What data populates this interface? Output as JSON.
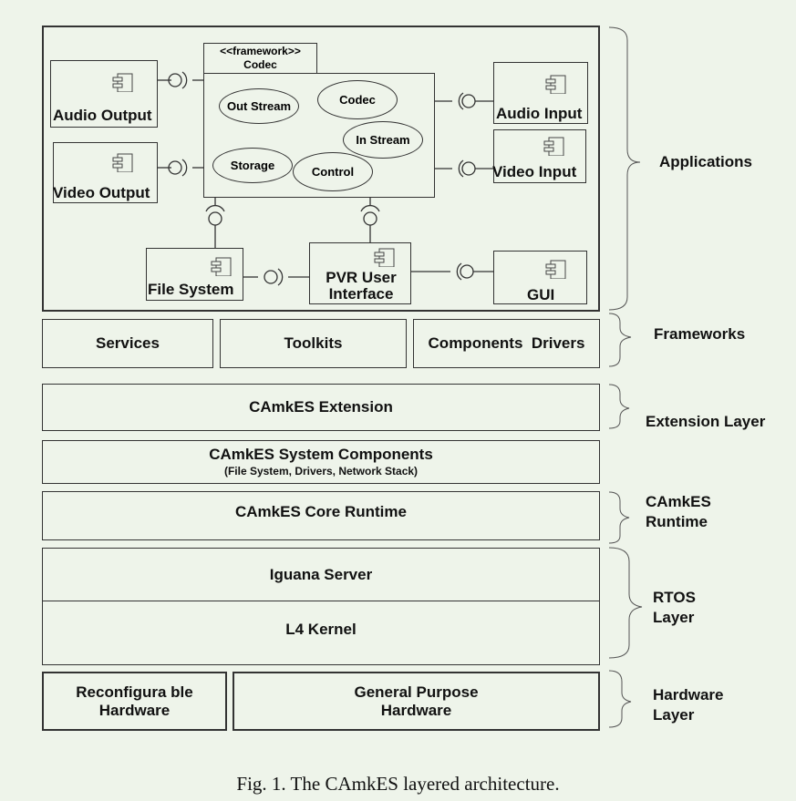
{
  "applications": {
    "framework": {
      "stereotype": "<<framework>>",
      "name": "Codec"
    },
    "ovals": {
      "out_stream": "Out Stream",
      "codec": "Codec",
      "in_stream": "In Stream",
      "storage": "Storage",
      "control": "Control"
    },
    "components": {
      "audio_output": "Audio Output",
      "video_output": "Video Output",
      "audio_input": "Audio Input",
      "video_input": "Video Input",
      "file_system": "File System",
      "pvr_ui_line1": "PVR User",
      "pvr_ui_line2": "Interface",
      "gui": "GUI"
    }
  },
  "frameworks_row": {
    "services": "Services",
    "toolkits": "Toolkits",
    "drivers": "Components  Drivers"
  },
  "extension": "CAmkES Extension",
  "system_components": {
    "title": "CAmkES System Components",
    "subtitle": "(File System, Drivers, Network Stack)"
  },
  "core_runtime": "CAmkES Core Runtime",
  "iguana": "Iguana Server",
  "kernel": "L4 Kernel",
  "hardware": {
    "reconfig_line1": "Reconfigura ble",
    "reconfig_line2": "Hardware",
    "general_line1": "General Purpose",
    "general_line2": "Hardware"
  },
  "side_labels": {
    "applications": "Applications",
    "frameworks": "Frameworks",
    "extension_layer": "Extension Layer",
    "camkes_runtime_1": "CAmkES",
    "camkes_runtime_2": "Runtime",
    "rtos_1": "RTOS",
    "rtos_2": "Layer",
    "hardware_1": "Hardware",
    "hardware_2": "Layer"
  },
  "caption": "Fig. 1. The CAmkES layered architecture."
}
